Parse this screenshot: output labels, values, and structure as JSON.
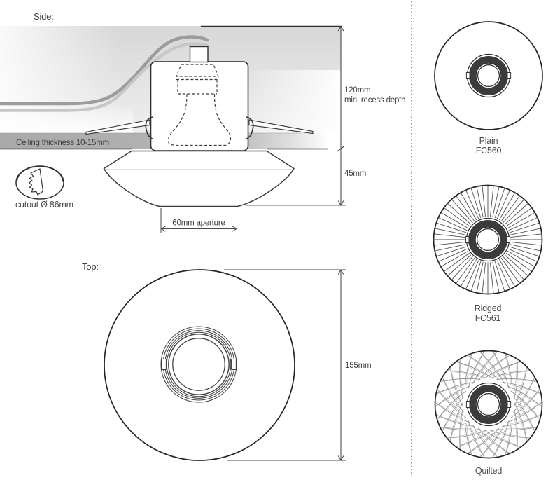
{
  "side_view": {
    "label": "Side:",
    "ceiling_label": "Ceiling thickness 10-15mm",
    "recess_depth_value": "120mm",
    "recess_depth_caption": "min. recess depth",
    "below_ceiling_height": "45mm",
    "aperture_label": "60mm aperture",
    "cutout_label": "cutout Ø 86mm"
  },
  "top_view": {
    "label": "Top:",
    "diameter_label": "155mm"
  },
  "variant_panel": {
    "items": [
      {
        "name": "Plain",
        "code": "FC560"
      },
      {
        "name": "Ridged",
        "code": "FC561"
      },
      {
        "name": "Quilted"
      }
    ]
  },
  "colors": {
    "line": "#2f2f2f",
    "dim_line": "#4a4a4a",
    "ceiling_band": "#a9a9a9",
    "recess_shade": "#d7d7d7",
    "cable": "#9c9c9c",
    "text": "#3e3e3e"
  }
}
